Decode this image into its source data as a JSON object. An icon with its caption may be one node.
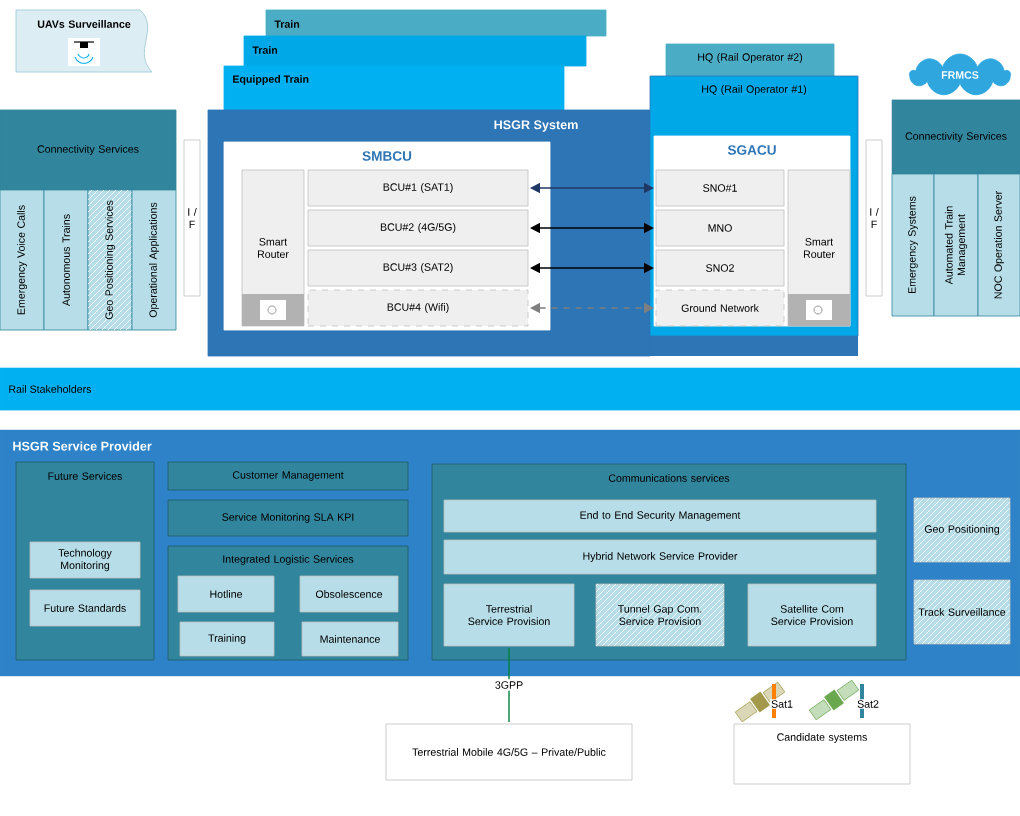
{
  "diagram": {
    "nodes": [
      {
        "text": [
          "UAVs Surveillance"
        ]
      },
      {
        "text": [
          "Train"
        ]
      },
      {
        "text": [
          "Train"
        ]
      },
      {
        "text": [
          "Equipped Train"
        ]
      },
      {
        "text": [
          "HQ (Rail Operator #2)"
        ]
      },
      {
        "text": [
          "HQ (Rail Operator #1)"
        ]
      },
      {
        "text": [
          "FRMCS"
        ]
      },
      {
        "text": [
          "HSGR System"
        ]
      },
      {
        "text": [
          "SMBCU"
        ],
        "in": 7
      },
      {
        "text": [
          "Smart Router"
        ],
        "in": 8
      },
      {
        "text": [
          "BCU#1 (SAT1)"
        ],
        "in": 8
      },
      {
        "text": [
          "BCU#2 (4G/5G)"
        ],
        "in": 8
      },
      {
        "text": [
          "BCU#3 (SAT2)"
        ],
        "in": 8
      },
      {
        "text": [
          "BCU#4 (Wifi)"
        ],
        "in": 8
      },
      {
        "text": [
          "SGACU"
        ],
        "in": 5
      },
      {
        "text": [
          "SNO#1"
        ],
        "in": 14
      },
      {
        "text": [
          "MNO"
        ],
        "in": 14
      },
      {
        "text": [
          "SNO2"
        ],
        "in": 14
      },
      {
        "text": [
          "Ground Network"
        ],
        "in": 14
      },
      {
        "text": [
          "Smart Router"
        ],
        "in": 14
      },
      {
        "text": [
          "I / F"
        ]
      },
      {
        "text": [
          "Connectivity Services"
        ]
      },
      {
        "text": [
          "Emergency Voice Calls"
        ]
      },
      {
        "text": [
          "Autonomous Trains"
        ]
      },
      {
        "text": [
          "Geo Positioning Services"
        ]
      },
      {
        "text": [
          "Operational Applications"
        ]
      },
      {
        "text": [
          "I / F"
        ]
      },
      {
        "text": [
          "Connectivity Services"
        ]
      },
      {
        "text": [
          "Emergency Systems"
        ]
      },
      {
        "text": [
          "Automated Train Management"
        ]
      },
      {
        "text": [
          "NOC Operation Server"
        ]
      },
      {
        "text": [
          "Rail Stakeholders"
        ]
      },
      {
        "text": [
          "HSGR Service Provider"
        ]
      },
      {
        "text": [
          "Future Services"
        ],
        "in": 32
      },
      {
        "text": [
          "Technology Monitoring"
        ],
        "in": 33
      },
      {
        "text": [
          "Future Standards"
        ],
        "in": 33
      },
      {
        "text": [
          "Customer Management"
        ],
        "in": 32
      },
      {
        "text": [
          "Service Monitoring SLA KPI"
        ],
        "in": 32
      },
      {
        "text": [
          "Integrated Logistic Services"
        ],
        "in": 32
      },
      {
        "text": [
          "Hotline"
        ],
        "in": 38
      },
      {
        "text": [
          "Obsolescence"
        ],
        "in": 38
      },
      {
        "text": [
          "Training"
        ],
        "in": 38
      },
      {
        "text": [
          "Maintenance"
        ],
        "in": 38
      },
      {
        "text": [
          "Communications services"
        ],
        "in": 32
      },
      {
        "text": [
          "End to End Security Management"
        ],
        "in": 43
      },
      {
        "text": [
          "Hybrid Network Service Provider"
        ],
        "in": 43
      },
      {
        "text": [
          "Terrestrial Service Provision"
        ],
        "in": 43
      },
      {
        "text": [
          "Tunnel Gap Com. Service Provision"
        ],
        "in": 43
      },
      {
        "text": [
          "Satellite Com Service Provision"
        ],
        "in": 43
      },
      {
        "text": [
          "Geo Positioning"
        ],
        "in": 32
      },
      {
        "text": [
          "Track Surveillance"
        ],
        "in": 32
      },
      {
        "text": [
          "Terrestrial Mobile 4G/5G – Private/Public"
        ]
      },
      {
        "text": [
          "Candidate systems"
        ]
      }
    ],
    "edges": [
      {
        "from": 10,
        "to": 15,
        "arrow": "both",
        "color": "#1f3864"
      },
      {
        "from": 11,
        "to": 16,
        "arrow": "both"
      },
      {
        "from": 12,
        "to": 17,
        "arrow": "both"
      },
      {
        "from": 13,
        "to": 18,
        "arrow": "both",
        "style": "dashed",
        "color": "#7f7f7f"
      },
      {
        "from": 46,
        "to": 51,
        "arrow": "none",
        "label": "3GPP",
        "color": "#00803c"
      }
    ],
    "labels": [
      "Sat1",
      "Sat2"
    ]
  }
}
